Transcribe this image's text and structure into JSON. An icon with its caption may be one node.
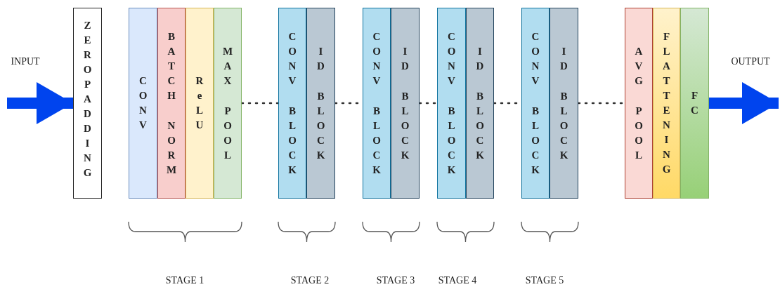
{
  "diagram": {
    "nodes": [
      {
        "text": [
          "ZEROPADDING"
        ]
      },
      {
        "text": [
          "CONV"
        ]
      },
      {
        "text": [
          "BATCH NORM"
        ]
      },
      {
        "text": [
          "ReLU"
        ]
      },
      {
        "text": [
          "MAX POOL"
        ]
      },
      {
        "text": [
          "CONV BLOCK"
        ]
      },
      {
        "text": [
          "ID BLOCK"
        ]
      },
      {
        "text": [
          "CONV BLOCK"
        ]
      },
      {
        "text": [
          "ID BLOCK"
        ]
      },
      {
        "text": [
          "CONV BLOCK"
        ]
      },
      {
        "text": [
          "ID BLOCK"
        ]
      },
      {
        "text": [
          "CONV BLOCK"
        ]
      },
      {
        "text": [
          "ID BLOCK"
        ]
      },
      {
        "text": [
          "AVG POOL"
        ]
      },
      {
        "text": [
          "FLATTENING"
        ]
      },
      {
        "text": [
          "FC"
        ]
      }
    ],
    "edges": [
      {
        "from": null,
        "to": 0,
        "arrow": "to",
        "style": "thick",
        "color": "#0044ee"
      },
      {
        "from": 4,
        "to": 5,
        "arrow": "none",
        "style": "dashed"
      },
      {
        "from": 6,
        "to": 7,
        "arrow": "none",
        "style": "dashed"
      },
      {
        "from": 8,
        "to": 9,
        "arrow": "none",
        "style": "dashed"
      },
      {
        "from": 10,
        "to": 11,
        "arrow": "none",
        "style": "dashed"
      },
      {
        "from": 12,
        "to": 13,
        "arrow": "none",
        "style": "dashed"
      },
      {
        "from": 15,
        "to": null,
        "arrow": "to",
        "style": "thick",
        "color": "#0044ee"
      }
    ],
    "labels": [
      "INPUT",
      "OUTPUT",
      "STAGE 1",
      "STAGE 2",
      "STAGE 3",
      "STAGE 4",
      "STAGE 5"
    ]
  }
}
